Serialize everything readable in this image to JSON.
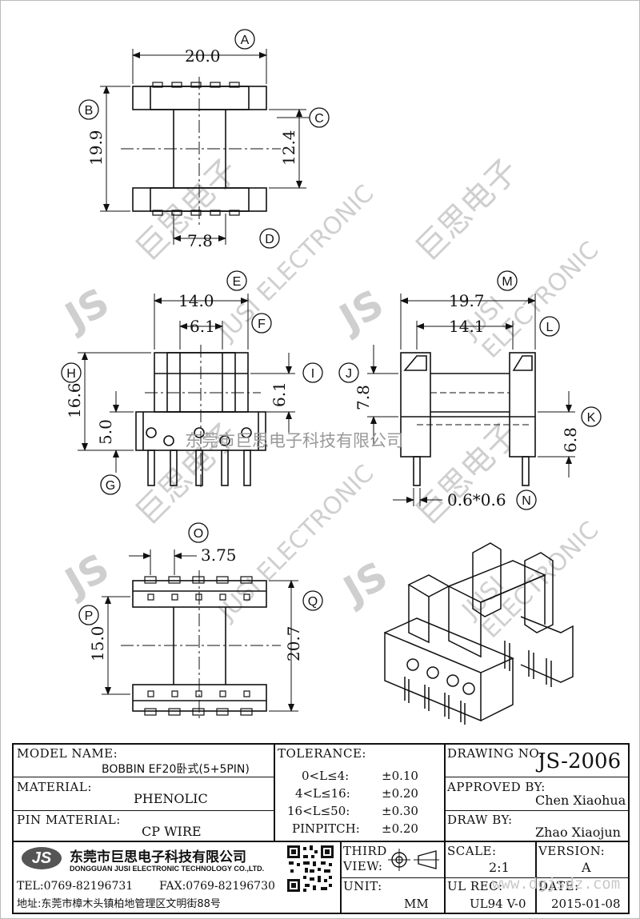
{
  "dims": {
    "top_width": "20.0",
    "top_height": "19.9",
    "top_inner": "12.4",
    "top_core": "7.8",
    "front_width": "14.0",
    "front_inner": "6.1",
    "front_height": "16.6",
    "front_base": "5.0",
    "front_window": "6.1",
    "side_width": "19.7",
    "side_inner": "14.1",
    "side_height": "7.8",
    "side_base": "6.8",
    "pin_size": "0.6*0.6",
    "bottom_pitch": "3.75",
    "bottom_left": "15.0",
    "bottom_right": "20.7"
  },
  "callouts": [
    "A",
    "B",
    "C",
    "D",
    "E",
    "F",
    "G",
    "H",
    "I",
    "J",
    "K",
    "L",
    "M",
    "N",
    "O",
    "P",
    "Q"
  ],
  "watermark": {
    "company_cn": "巨思电子",
    "english": "JUSI ELECTRONIC",
    "logo": "JS",
    "overlay_cn": "东莞市巨思电子科技有限公司",
    "url": "www.dgjsdz.com"
  },
  "title_block": {
    "model_name_label": "MODEL NAME:",
    "model_name": "BOBBIN EF20卧式(5+5PIN)",
    "material_label": "MATERIAL:",
    "material": "PHENOLIC",
    "pin_material_label": "PIN MATERIAL:",
    "pin_material": "CP WIRE",
    "tolerance_label": "TOLERANCE:",
    "tolerances": [
      {
        "range": "0<L≤4:",
        "value": "±0.10"
      },
      {
        "range": "4<L≤16:",
        "value": "±0.20"
      },
      {
        "range": "16<L≤50:",
        "value": "±0.30"
      },
      {
        "range": "PINPITCH:",
        "value": "±0.20"
      }
    ],
    "drawing_no_label": "DRAWING NO.",
    "drawing_no": "JS-2006",
    "approved_label": "APPROVED BY:",
    "approved": "Chen Xiaohua",
    "draw_label": "DRAW BY:",
    "draw": "Zhao Xiaojun",
    "company_logo": "JS",
    "company_cn": "东莞市巨思电子科技有限公司",
    "company_en": "DONGGUAN JUSI ELECTRONIC TECHNOLOGY CO.,LTD.",
    "tel": "TEL:0769-82196731",
    "fax": "FAX:0769-82196730",
    "address": "地址:东莞市樟木头镇柏地管理区文明街88号",
    "third_label": "THIRD",
    "view_label": "VIEW:",
    "unit_label": "UNIT:",
    "unit": "MM",
    "scale_label": "SCALE:",
    "scale": "2:1",
    "version_label": "VERSION:",
    "version": "A",
    "ul_label": "UL REC:",
    "ul": "UL94 V-0",
    "date_label": "DATE:",
    "date": "2015-01-08"
  }
}
